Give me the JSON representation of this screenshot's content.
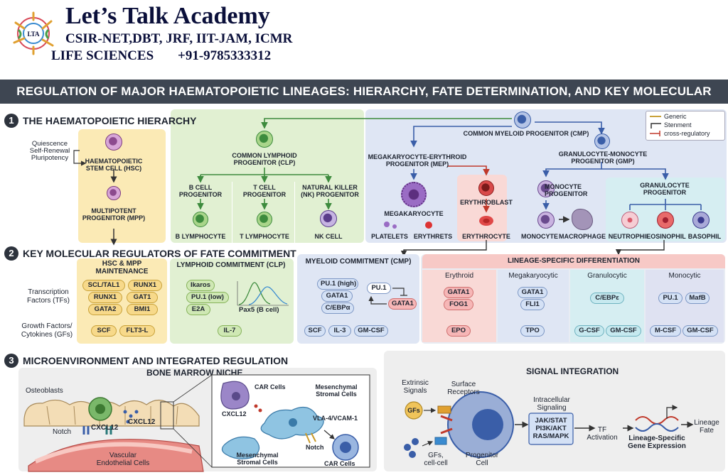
{
  "brand": {
    "name": "Let’s Talk Academy",
    "exams": "CSIR-NET,DBT, JRF, IIT-JAM, ICMR",
    "tagline": "LIFE SCIENCES",
    "phone": "+91-9785333312",
    "logo_text": "LTA"
  },
  "title": "REGULATION OF MAJOR HAEMATOPOIETIC LINEAGES: HIERARCHY, FATE DETERMINATION, AND KEY MOLECULAR REGULATORS",
  "sections": {
    "s1": {
      "num": "1",
      "title": "THE HAEMATOPOIETIC HIERARCHY"
    },
    "s2": {
      "num": "2",
      "title": "KEY MOLECULAR REGULATORS OF FATE COMMITMENT"
    },
    "s3": {
      "num": "3",
      "title": "MICROENVIRONMENT AND INTEGRATED REGULATION"
    }
  },
  "legend": {
    "generic": "Generic",
    "stenment": "Stenment",
    "cross": "cross-regulatory"
  },
  "hierarchy": {
    "hsc_props": "Quiescence\nSelf-Renewal\nPluripotency",
    "hsc": "HAEMATOPOIETIC\nSTEM CELL (HSC)",
    "mpp": "MULTIPOTENT\nPROGENITOR (MPP)",
    "clp": "COMMON LYMPHOID\nPROGENITOR (CLP)",
    "b_prog": "B CELL\nPROGENITOR",
    "t_prog": "T CELL\nPROGENITOR",
    "nk_prog": "NATURAL KILLER\n(NK) PROGENITOR",
    "b_cell": "B LYMPHOCYTE",
    "t_cell": "T LYMPHOCYTE",
    "nk_cell": "NK CELL",
    "cmp": "COMMON MYELOID PROGENITOR (CMP)",
    "mep": "MEGAKARYOCYTE-ERYTHROID\nPROGENITOR (MEP)",
    "gmp": "GRANULOCYTE-MONOCYTE\nPROGENITOR (GMP)",
    "megakaryocyte": "MEGAKARYOCYTE",
    "platelets": "PLATELETS",
    "erythrets": "ERYTHRETS",
    "erythroblast": "ERYTHROBLAST",
    "erythrocyte": "ERYTHROCYTE",
    "mono_prog": "MONOCYTE\nPROGENITOR",
    "monocyte": "MONOCYTE",
    "macrophage": "MACROPHAGE",
    "gran_prog": "GRANULOCYTE\nPROGENITOR",
    "neutrophil": "NEUTROPHIL",
    "eosinophil": "EOSINOPHIL",
    "basophil": "BASOPHIL"
  },
  "regulators": {
    "row_tf": "Transcription\nFactors (TFs)",
    "row_gf": "Growth Factors/\nCytokines (GFs)",
    "hsc": {
      "header": "HSC & MPP\nMAINTENANCE",
      "tfs": [
        "SCL/TAL1",
        "RUNX1",
        "RUNX1",
        "GAT1",
        "GATA2",
        "BMI1"
      ],
      "gfs": [
        "SCF",
        "FLT3-L"
      ]
    },
    "clp": {
      "header": "LYMPHOID COMMITMENT (CLP)",
      "tfs": [
        "Ikaros",
        "PU.1 (low)",
        "E2A"
      ],
      "curve_label": "Pax5 (B cell)",
      "gfs": [
        "IL-7"
      ]
    },
    "cmp": {
      "header": "MYELOID COMMITMENT (CMP)",
      "tfs": [
        "PU.1 (high)",
        "GATA1",
        "C/EBPα"
      ],
      "cross": [
        "PU.1",
        "GATA1"
      ],
      "gfs": [
        "SCF",
        "IL-3",
        "GM-CSF"
      ]
    },
    "lsd": {
      "header": "LINEAGE-SPECIFIC DIFFERENTIATION",
      "cols": [
        {
          "name": "Erythroid",
          "tfs": [
            "GATA1",
            "FOG1"
          ],
          "gfs": [
            "EPO"
          ]
        },
        {
          "name": "Megakaryocytic",
          "tfs": [
            "GATA1",
            "FLI1"
          ],
          "gfs": [
            "TPO"
          ]
        },
        {
          "name": "Granulocytic",
          "tfs": [
            "C/EBPε"
          ],
          "gfs": [
            "G-CSF",
            "GM-CSF"
          ]
        },
        {
          "name": "Monocytic",
          "tfs": [
            "PU.1",
            "MafB"
          ],
          "gfs": [
            "M-CSF",
            "GM-CSF"
          ]
        }
      ]
    }
  },
  "micro": {
    "niche_title": "BONE MARROW NICHE",
    "osteoblasts": "Osteoblasts",
    "notch": "Notch",
    "cxcl12_a": "CXCL12",
    "cxcl12_b": "CXCL12",
    "vascular": "Vascular\nEndothelial Cells",
    "car_cells_top": "CAR Cells",
    "msc_top": "Mesenchymal\nStromal Cells",
    "cxcl12_inset": "CXCL12",
    "vla4": "VLA-4/VCAM-1",
    "notch_inset": "Notch",
    "msc_bottom": "Mesenchymal\nStromal Cells",
    "car_cells_bottom": "CAR Cells",
    "signal_title": "SIGNAL INTEGRATION",
    "extrinsic": "Extrinsic\nSignals",
    "gfs": "GFs",
    "surface": "Surface\nReceptors",
    "gfs_cell": "GFs,\ncell-cell",
    "progenitor": "Progenitor\nCell",
    "intracellular": "Intracellular\nSignaling",
    "pathways": "JAK/STAT\nPI3K/AKT\nRAS/MAPK",
    "tf_activation": "TF\nActivation",
    "gene_expression": "Lineage-Specific\nGene Expression",
    "lineage_fate": "Lineage\nFate"
  },
  "colors": {
    "yellow_panel": "#fbeab5",
    "green_panel": "#e1f0d2",
    "blue_panel": "#dfe6f4",
    "red_panel": "#f9d9d6",
    "teal_panel": "#d6eef2",
    "grey_panel": "#eeeeee",
    "arrow_green": "#3d8b3d",
    "arrow_blue": "#3a5ea8",
    "arrow_red": "#c0392b"
  }
}
